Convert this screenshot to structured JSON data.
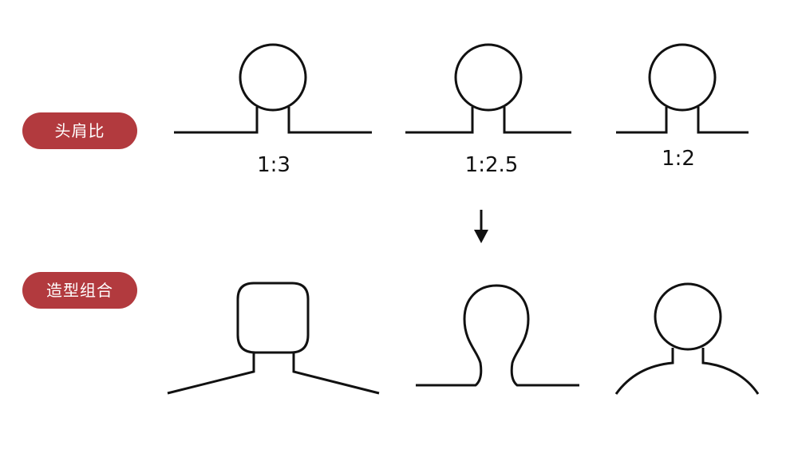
{
  "labels": {
    "head_shoulder_ratio": "头肩比",
    "shape_combination": "造型组合"
  },
  "ratios": [
    "1:3",
    "1:2.5",
    "1:2"
  ],
  "colors": {
    "pill": "#b23a3e",
    "stroke": "#111111"
  },
  "icons": [
    "down-arrow-icon"
  ]
}
